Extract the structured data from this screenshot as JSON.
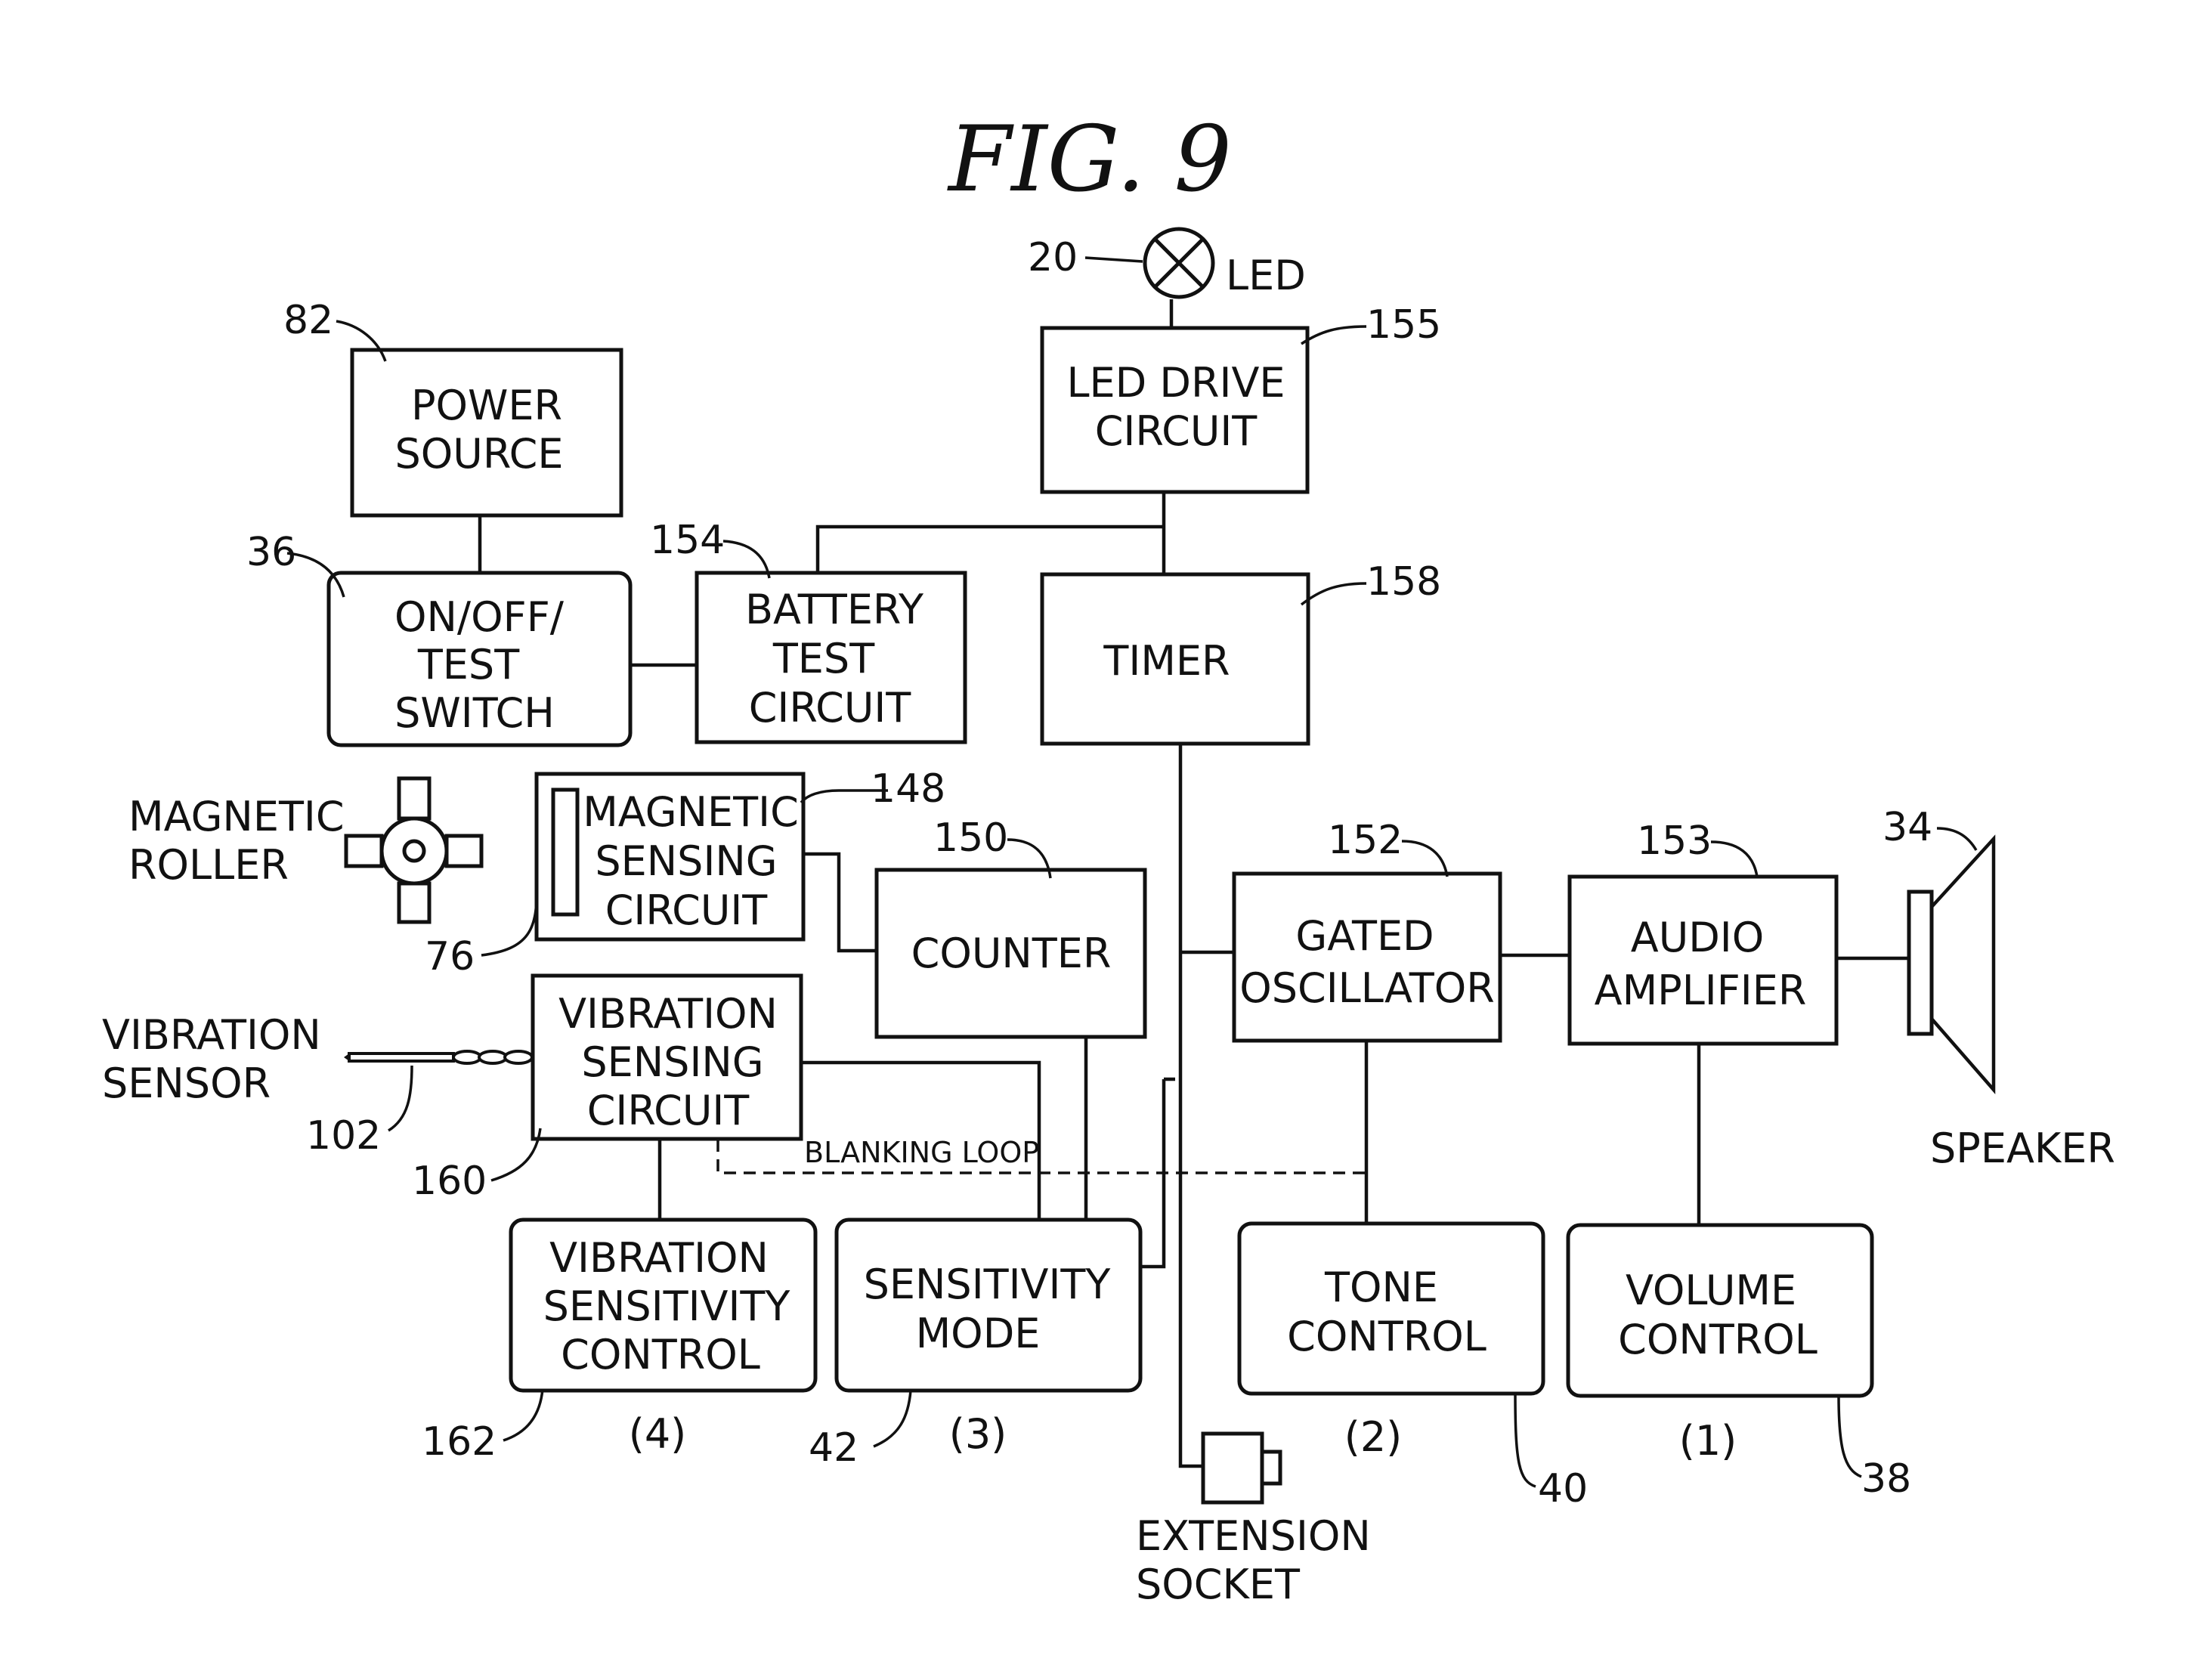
{
  "figure_title": "FIG.  9",
  "blocks": {
    "power_source": [
      "POWER",
      "SOURCE"
    ],
    "onoff_switch": [
      "ON/OFF/",
      "TEST",
      "SWITCH"
    ],
    "battery_test": [
      "BATTERY",
      "TEST",
      "CIRCUIT"
    ],
    "led_drive": [
      "LED  DRIVE",
      "CIRCUIT"
    ],
    "timer": [
      "TIMER"
    ],
    "magnetic_sensing": [
      "MAGNETIC",
      "SENSING",
      "CIRCUIT"
    ],
    "counter": [
      "COUNTER"
    ],
    "gated_oscillator": [
      "GATED",
      "OSCILLATOR"
    ],
    "audio_amplifier": [
      "AUDIO",
      "AMPLIFIER"
    ],
    "vibration_sensing": [
      "VIBRATION",
      "SENSING",
      "CIRCUIT"
    ],
    "vibration_sensitivity": [
      "VIBRATION",
      "SENSITIVITY",
      "CONTROL"
    ],
    "sensitivity_mode": [
      "SENSITIVITY",
      "MODE"
    ],
    "tone_control": [
      "TONE",
      "CONTROL"
    ],
    "volume_control": [
      "VOLUME",
      "CONTROL"
    ]
  },
  "labels": {
    "led": "LED",
    "magnetic_roller": [
      "MAGNETIC",
      "ROLLER"
    ],
    "vibration_sensor": [
      "VIBRATION",
      "SENSOR"
    ],
    "speaker": "SPEAKER",
    "extension_socket": [
      "EXTENSION",
      "SOCKET"
    ],
    "blanking_loop": "BLANKING  LOOP"
  },
  "refs": {
    "r20": "20",
    "r82": "82",
    "r155": "155",
    "r36": "36",
    "r154": "154",
    "r158": "158",
    "r148": "148",
    "r150": "150",
    "r152": "152",
    "r153": "153",
    "r34": "34",
    "r76": "76",
    "r102": "102",
    "r160": "160",
    "r162": "162",
    "r42": "42",
    "r40": "40",
    "r38": "38"
  },
  "control_numbers": {
    "c4": "(4)",
    "c3": "(3)",
    "c2": "(2)",
    "c1": "(1)"
  },
  "colors": {
    "ink": "#111111",
    "background": "#ffffff"
  }
}
